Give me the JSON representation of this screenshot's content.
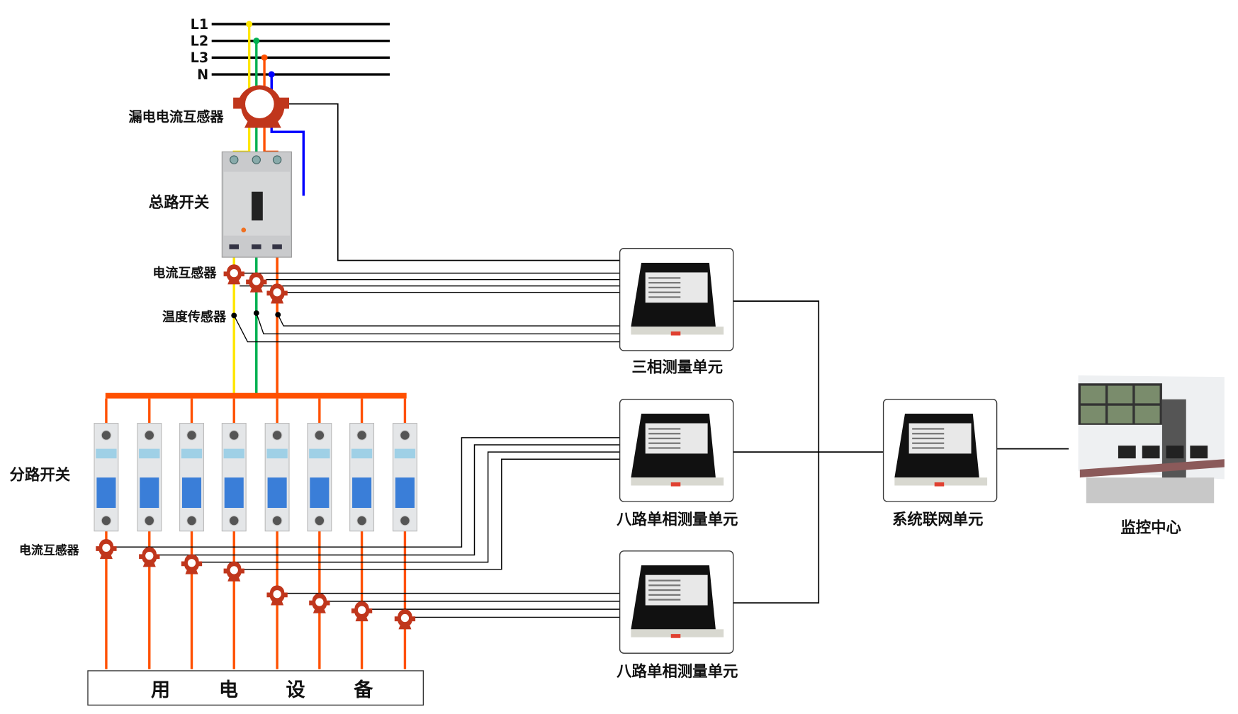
{
  "colors": {
    "L1": "#ffe600",
    "L2": "#00b050",
    "L3": "#ff5000",
    "N": "#0000ff",
    "ct": "#c0361c",
    "wire": "#000000"
  },
  "bus_labels": [
    "L1",
    "L2",
    "L3",
    "N"
  ],
  "labels": {
    "leakage_ct": "漏电电流互感器",
    "main_switch": "总路开关",
    "current_transformer": "电流互感器",
    "temperature_sensor": "温度传感器",
    "branch_switch": "分路开关",
    "branch_ct": "电流互感器",
    "equipment": [
      "用",
      "电",
      "设",
      "备"
    ]
  },
  "units": {
    "three_phase": "三相测量单元",
    "eight_way_1": "八路单相测量单元",
    "eight_way_2": "八路单相测量单元",
    "network": "系统联网单元",
    "monitor_center": "监控中心"
  }
}
